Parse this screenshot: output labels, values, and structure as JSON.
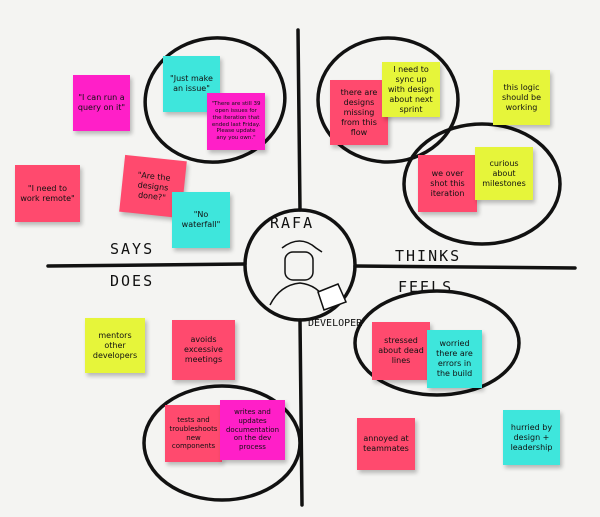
{
  "persona": {
    "name": "RAFA",
    "role": "DEVELOPER"
  },
  "quadrants": {
    "says": "SAYS",
    "thinks": "THINKS",
    "does": "DOES",
    "feels": "FEELS"
  },
  "colors": {
    "yellow": "#e6f53a",
    "red": "#ff4a6e",
    "magenta": "#ff1fc8",
    "cyan": "#3ee6dc",
    "ink": "#111111"
  },
  "notes": {
    "says": [
      "\"I can run a query on it\"",
      "\"I need to work remote\"",
      "\"Are the designs done?\"",
      "\"No waterfall\"",
      "\"Just make an issue\"",
      "\"There are still 39 open issues for the iteration that ended last Friday. Please update any you own.\""
    ],
    "thinks": [
      "there are designs missing from this flow",
      "I need to sync up with design about next sprint",
      "this logic should be working",
      "we over shot this iteration",
      "curious about milestones"
    ],
    "does": [
      "mentors other developers",
      "avoids excessive meetings",
      "tests and troubleshoots new components",
      "writes and updates documentation on the dev process"
    ],
    "feels": [
      "stressed about dead lines",
      "worried there are errors in the build",
      "annoyed at teammates",
      "hurried by design + leadership"
    ]
  }
}
